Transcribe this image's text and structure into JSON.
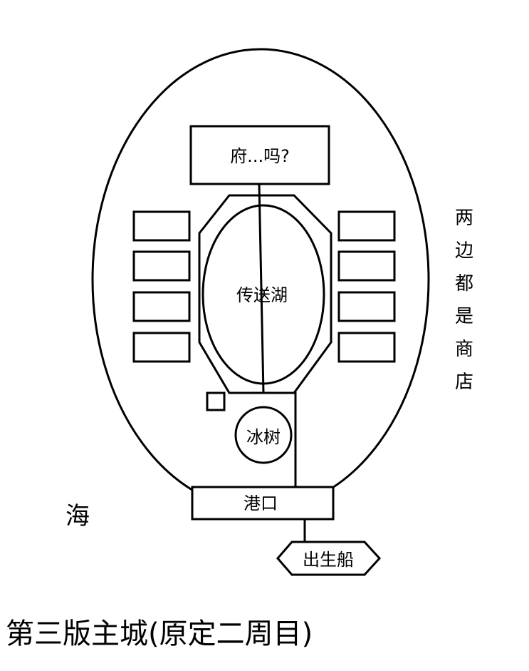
{
  "diagram": {
    "nodes": {
      "top_building": "府...吗?",
      "lake": "传送湖",
      "ice_tree": "冰树",
      "port": "港口",
      "ship": "出生船"
    },
    "side_note": [
      "两",
      "边",
      "都",
      "是",
      "商",
      "店"
    ],
    "sea": "海",
    "caption": "第三版主城(原定二周目)",
    "shops": {
      "left": [
        "",
        "",
        "",
        ""
      ],
      "right": [
        "",
        "",
        "",
        ""
      ]
    }
  }
}
